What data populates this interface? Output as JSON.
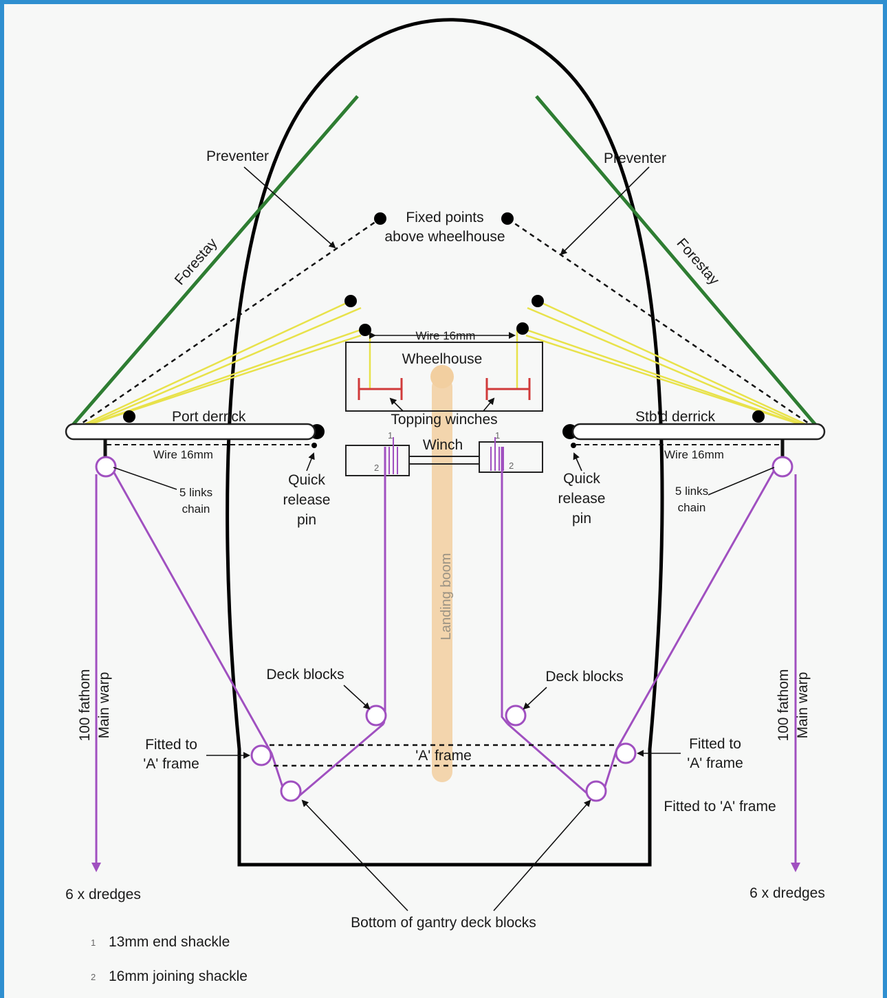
{
  "labels": {
    "preventer_left": "Preventer",
    "preventer_right": "Preventer",
    "fixed_points_1": "Fixed points",
    "fixed_points_2": "above wheelhouse",
    "forestay_left": "Forestay",
    "forestay_right": "Forestay",
    "wire_top": "Wire 16mm",
    "wheelhouse": "Wheelhouse",
    "topping_winches": "Topping winches",
    "winch": "Winch",
    "port_derrick": "Port derrick",
    "stbd_derrick": "Stb'd derrick",
    "wire_left": "Wire 16mm",
    "wire_right": "Wire 16mm",
    "quick_release_left": [
      "Quick",
      "release",
      "pin"
    ],
    "quick_release_right": [
      "Quick",
      "release",
      "pin"
    ],
    "links_chain_left": [
      "5 links",
      "chain"
    ],
    "links_chain_right": [
      "5 links",
      "chain"
    ],
    "landing_boom": "Landing boom",
    "main_warp_left": [
      "100 fathom",
      "Main warp"
    ],
    "main_warp_right": [
      "100 fathom",
      "Main warp"
    ],
    "deck_blocks_left": "Deck blocks",
    "deck_blocks_right": "Deck blocks",
    "fitted_a_left": [
      "Fitted to",
      "'A' frame"
    ],
    "fitted_a_right": [
      "Fitted to",
      "'A' frame"
    ],
    "fitted_a_lower": "Fitted to 'A' frame",
    "a_frame": "'A' frame",
    "dredges_left": "6 x dredges",
    "dredges_right": "6 x dredges",
    "gantry_blocks": "Bottom of gantry deck blocks",
    "shackle_1_num": "1",
    "shackle_2_num": "2"
  },
  "legend": [
    {
      "num": "1",
      "text": "13mm end shackle"
    },
    {
      "num": "2",
      "text": "16mm joining shackle"
    }
  ],
  "colors": {
    "hull": "#000000",
    "forestay": "#2e7d32",
    "topping_wire": "#e8e24a",
    "warp": "#a050c0",
    "winch_barrel": "#d03a3a",
    "landing_boom": "#f2cfa0",
    "frame_border": "#2f8fd0"
  }
}
